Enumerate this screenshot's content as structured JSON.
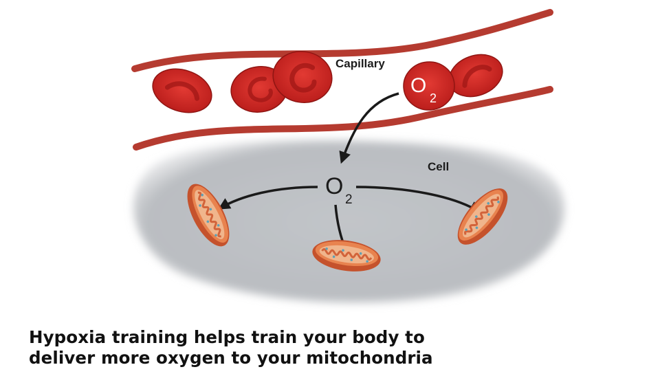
{
  "labels": {
    "capillary": "Capillary",
    "cell": "Cell",
    "o2_letter": "O",
    "o2_subscript": "2"
  },
  "caption": {
    "line1": "Hypoxia training helps train your body to",
    "line2": "deliver more oxygen to your mitochondria"
  },
  "colors": {
    "vessel_wall": "#b53b30",
    "red_blood_cell": "#d22a25",
    "cell_body": "#b9bcc0",
    "mitochondrion": "#e06a3c",
    "arrow": "#1a1a1a"
  },
  "icons": [
    "red-blood-cell-icon",
    "mitochondrion-icon",
    "arrow-icon"
  ]
}
